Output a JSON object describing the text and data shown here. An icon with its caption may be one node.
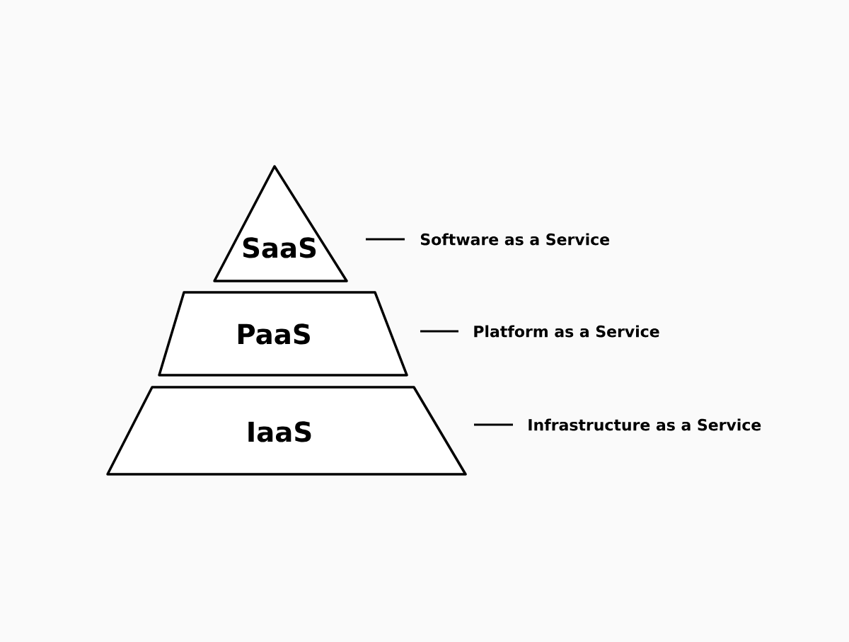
{
  "diagram": {
    "nodes": [
      {
        "text": [
          "SaaS"
        ]
      },
      {
        "text": [
          "PaaS"
        ]
      },
      {
        "text": [
          "IaaS"
        ]
      }
    ],
    "labels": [
      "Software as a Service",
      "Platform as a Service",
      "Infrastructure as a Service"
    ]
  }
}
